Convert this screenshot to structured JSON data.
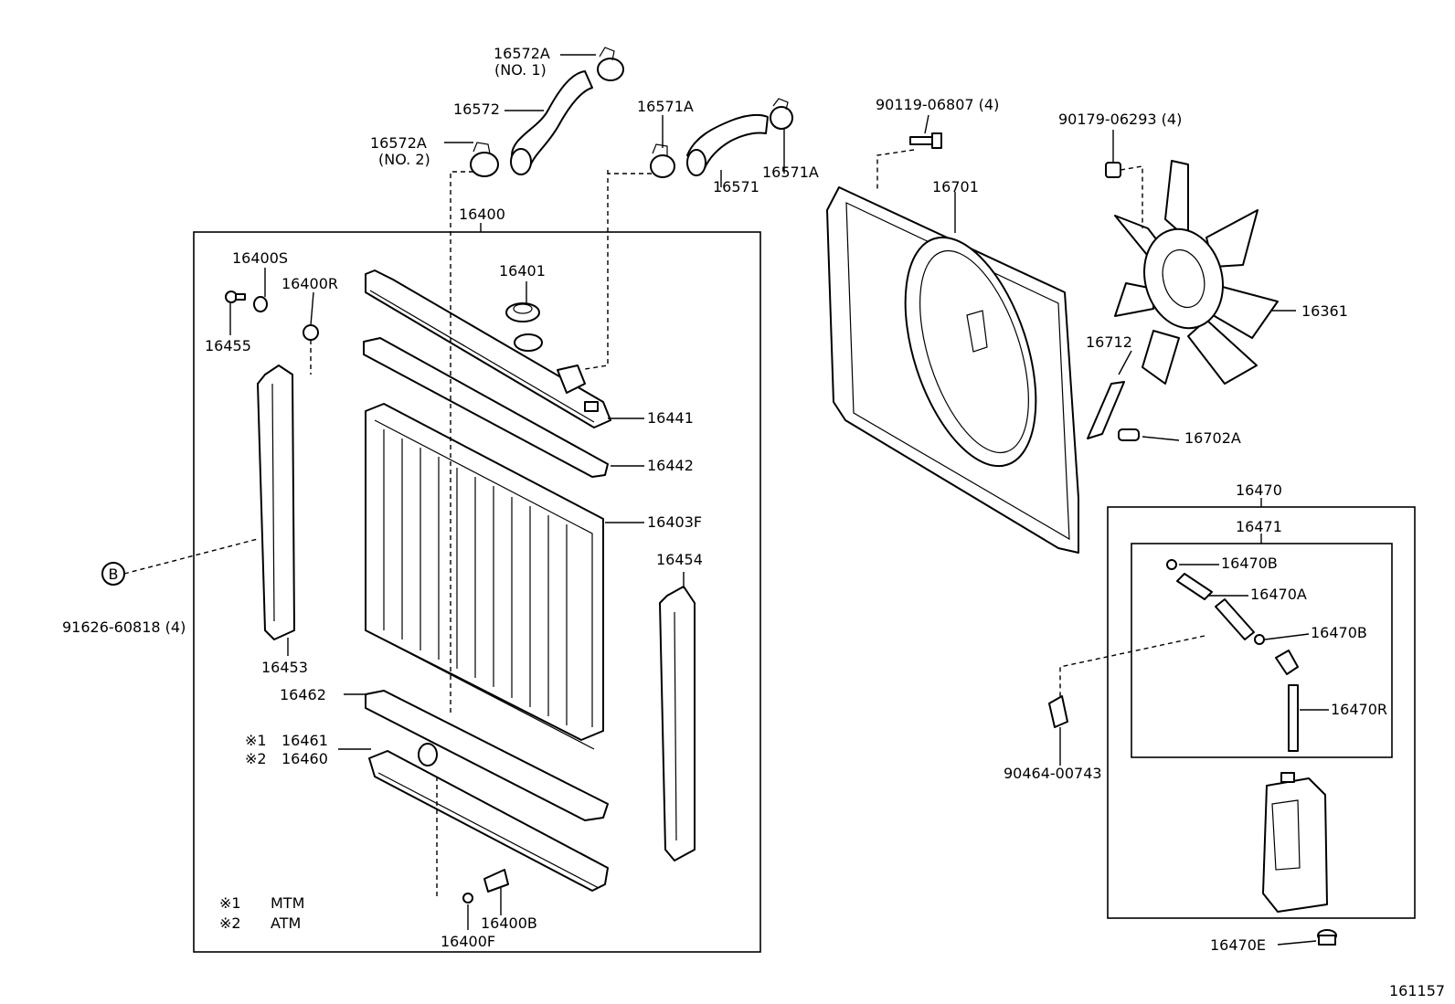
{
  "labels": {
    "p16572A_1": "16572A",
    "p16572A_1_note": "(NO. 1)",
    "p16572": "16572",
    "p16572A_2": "16572A",
    "p16572A_2_note": "(NO. 2)",
    "p16571A_top": "16571A",
    "p16571": "16571",
    "p16571A_right": "16571A",
    "p90119": "90119-06807 (4)",
    "p90179": "90179-06293 (4)",
    "p16701": "16701",
    "p16361": "16361",
    "p16712": "16712",
    "p16702A": "16702A",
    "p16400": "16400",
    "p16400S": "16400S",
    "p16400R": "16400R",
    "p16455": "16455",
    "p16401": "16401",
    "p16441": "16441",
    "p16442": "16442",
    "p16403F": "16403F",
    "p16454": "16454",
    "p16453": "16453",
    "p91626": "91626-60818 (4)",
    "callout_b": "B",
    "p16462": "16462",
    "p16461": "16461",
    "p16460": "16460",
    "mark1": "※1",
    "mark2": "※2",
    "p16400B": "16400B",
    "p16400F": "16400F",
    "p16470": "16470",
    "p16471": "16471",
    "p16470B_1": "16470B",
    "p16470A": "16470A",
    "p16470B_2": "16470B",
    "p16470R": "16470R",
    "p90464": "90464-00743",
    "p16470E": "16470E",
    "diagram_id": "161157"
  },
  "legend": [
    {
      "mark": "※1",
      "text": "MTM"
    },
    {
      "mark": "※2",
      "text": "ATM"
    }
  ]
}
